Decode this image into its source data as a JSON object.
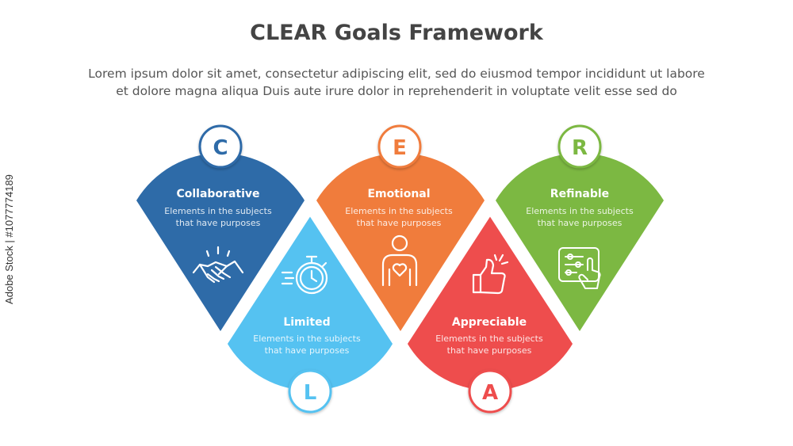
{
  "header": {
    "title": "CLEAR Goals Framework",
    "subtitle_line1": "Lorem ipsum dolor sit amet, consectetur adipiscing elit, sed do eiusmod tempor incididunt ut labore",
    "subtitle_line2": "et dolore magna aliqua Duis aute irure dolor in reprehenderit in voluptate velit esse sed do"
  },
  "items": [
    {
      "letter": "C",
      "title": "Collaborative",
      "desc_line1": "Elements in the subjects",
      "desc_line2": "that have purposes",
      "color": "#2E6BA8",
      "icon": "handshake-icon"
    },
    {
      "letter": "L",
      "title": "Limited",
      "desc_line1": "Elements in the subjects",
      "desc_line2": "that have purposes",
      "color": "#55C2F1",
      "icon": "stopwatch-icon"
    },
    {
      "letter": "E",
      "title": "Emotional",
      "desc_line1": "Elements in the subjects",
      "desc_line2": "that have purposes",
      "color": "#F07C3C",
      "icon": "person-heart-icon"
    },
    {
      "letter": "A",
      "title": "Appreciable",
      "desc_line1": "Elements in the subjects",
      "desc_line2": "that have purposes",
      "color": "#EE4D4D",
      "icon": "thumbs-up-icon"
    },
    {
      "letter": "R",
      "title": "Refinable",
      "desc_line1": "Elements in the subjects",
      "desc_line2": "that have purposes",
      "color": "#7CB842",
      "icon": "settings-touch-icon"
    }
  ],
  "watermark": {
    "side_label": "Adobe Stock | #1077774189"
  }
}
